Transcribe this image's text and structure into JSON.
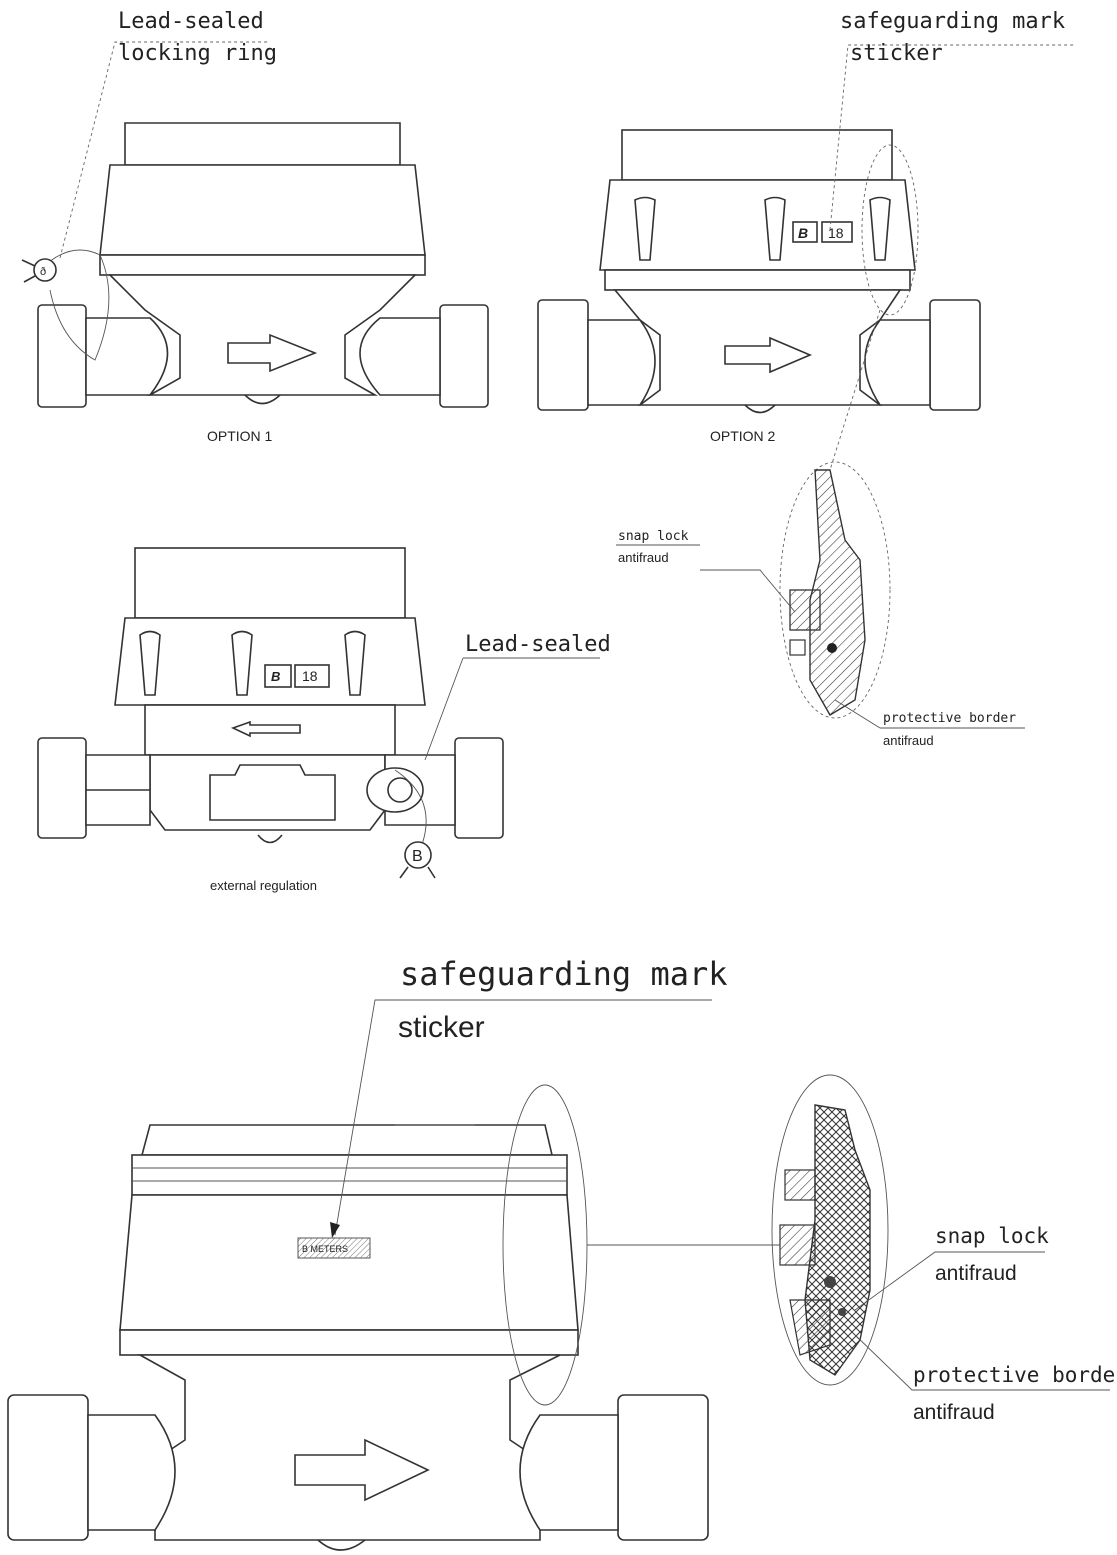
{
  "option1": {
    "label_line1": "Lead-sealed",
    "label_line2": "locking ring",
    "caption": "OPTION 1"
  },
  "option2": {
    "label_line1": "safeguarding mark",
    "label_line2": "sticker",
    "caption": "OPTION 2",
    "sticker_logo": "B",
    "sticker_number": "18"
  },
  "detail_small": {
    "snap_lock_line1": "snap lock",
    "snap_lock_line2": "antifraud",
    "protective_line1": "protective border",
    "protective_line2": "antifraud"
  },
  "option3": {
    "label": "Lead-sealed",
    "caption": "external regulation",
    "sticker_logo": "B",
    "sticker_number": "18",
    "seal_letter": "B"
  },
  "large": {
    "label_line1": "safeguarding mark",
    "label_line2": "sticker",
    "sticker_text": "B METERS",
    "snap_lock_line1": "snap lock",
    "snap_lock_line2": "antifraud",
    "protective_line1": "protective border",
    "protective_line2": "antifraud"
  }
}
